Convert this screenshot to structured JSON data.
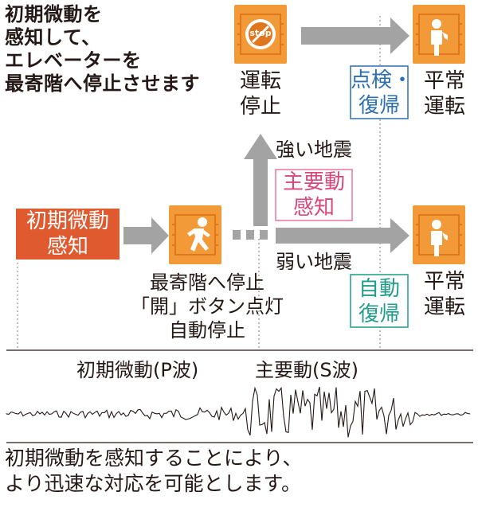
{
  "intro": {
    "text": "初期微動を\n感知して、\nエレベーターを\n最寄階へ停止させます"
  },
  "initial_detect": {
    "label": "初期微動\n感知"
  },
  "first_stop": {
    "label": "最寄階へ停止\n「開」ボタン点灯\n自動停止"
  },
  "strong_quake": {
    "label": "強い地震"
  },
  "weak_quake": {
    "label": "弱い地震"
  },
  "main_detect": {
    "label": "主要動\n感知"
  },
  "operation_stop": {
    "label": "運転\n停止",
    "sign": "stop"
  },
  "inspection_recovery": {
    "label": "点検・\n復帰"
  },
  "auto_recovery": {
    "label": "自動\n復帰"
  },
  "normal_top": {
    "label": "平常\n運転"
  },
  "normal_bottom": {
    "label": "平常\n運転"
  },
  "waves": {
    "p_wave": "初期微動(P波)",
    "s_wave": "主要動(S波)"
  },
  "footer": {
    "text": "初期微動を感知することにより、\nより迅速な対応を可能とします。"
  },
  "colors": {
    "elevator": "#f39a38",
    "elevator_dark": "#e0761e",
    "detect_red": "#e05a2f",
    "arrow": "#a3a3a3",
    "pink_border": "#e8779a",
    "pink_text": "#d9467a",
    "blue": "#2c6fb0",
    "teal": "#1f9c8a",
    "guide": "#9a9a9a"
  }
}
